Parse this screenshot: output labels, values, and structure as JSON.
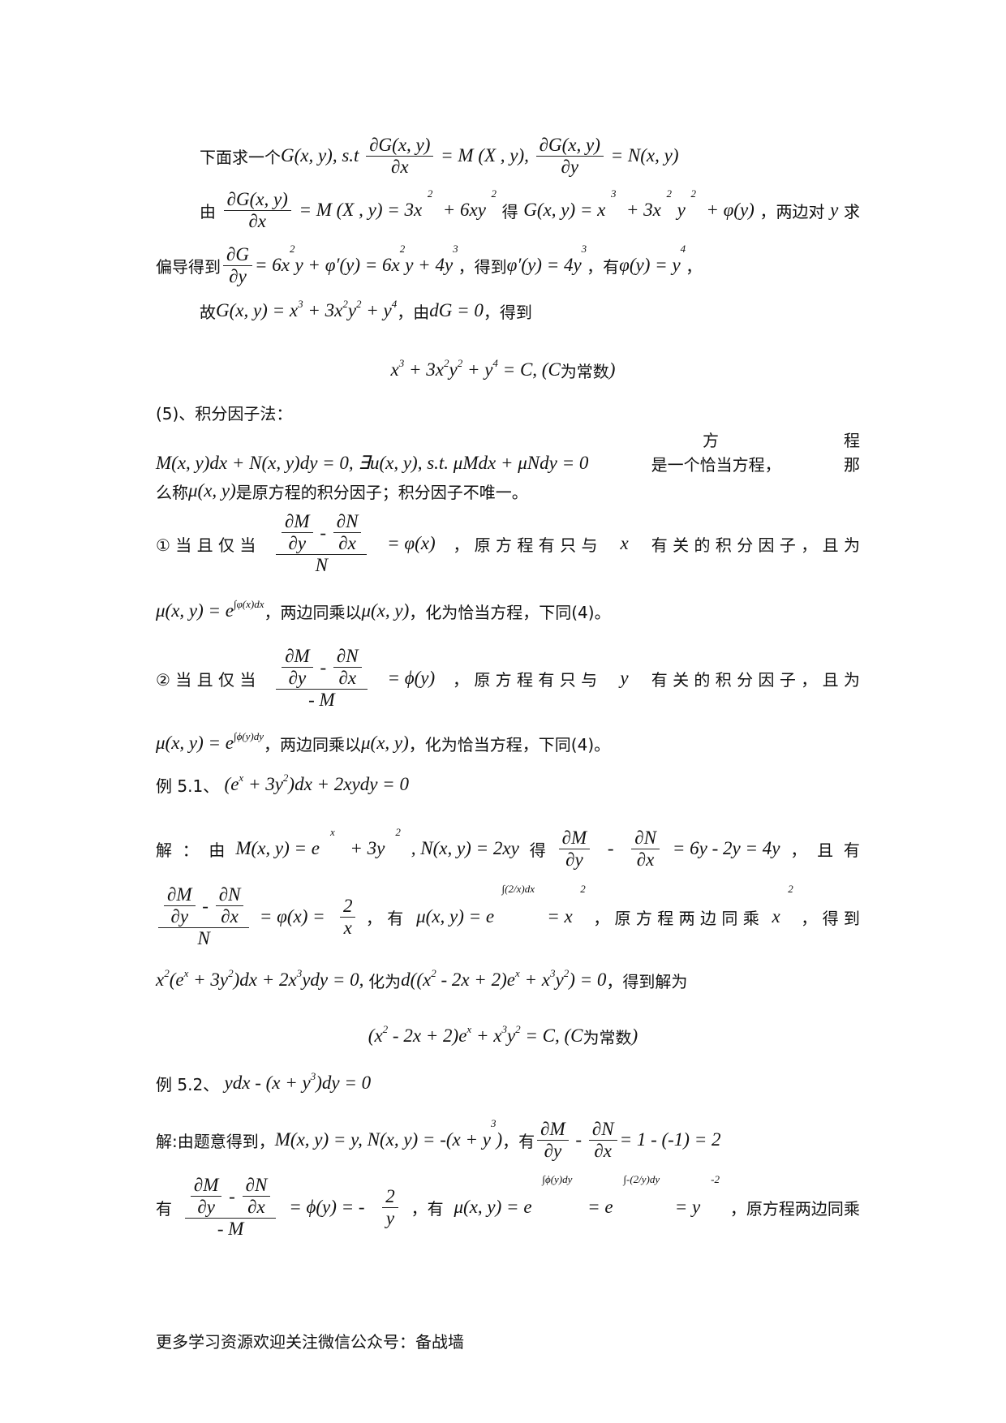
{
  "lines": [
    {
      "segs": [
        {
          "t": "cn",
          "v": "下面求一个"
        },
        {
          "t": "m",
          "v": "G(x, y), s.t "
        },
        {
          "t": "frac",
          "n": [
            {
              "t": "m",
              "v": "∂G(x, y)"
            }
          ],
          "d": [
            {
              "t": "m",
              "v": "∂x"
            }
          ]
        },
        {
          "t": "m",
          "v": " = M (X , y), "
        },
        {
          "t": "frac",
          "n": [
            {
              "t": "m",
              "v": "∂G(x, y)"
            }
          ],
          "d": [
            {
              "t": "m",
              "v": "∂y"
            }
          ]
        },
        {
          "t": "m",
          "v": " = N(x, y)"
        }
      ]
    },
    {
      "segs": [
        {
          "t": "cn",
          "v": "由"
        },
        {
          "t": "frac",
          "n": [
            {
              "t": "m",
              "v": "∂G(x, y)"
            }
          ],
          "d": [
            {
              "t": "m",
              "v": "∂x"
            }
          ]
        },
        {
          "t": "m",
          "v": "= M (X , y) = 3x"
        },
        {
          "t": "sup",
          "v": "2"
        },
        {
          "t": "m",
          "v": " + 6xy"
        },
        {
          "t": "sup",
          "v": "2"
        },
        {
          "t": "cn",
          "v": "得"
        },
        {
          "t": "m",
          "v": "G(x, y) = x"
        },
        {
          "t": "sup",
          "v": "3"
        },
        {
          "t": "m",
          "v": " + 3x"
        },
        {
          "t": "sup",
          "v": "2"
        },
        {
          "t": "m",
          "v": "y"
        },
        {
          "t": "sup",
          "v": "2"
        },
        {
          "t": "m",
          "v": " + φ(y)"
        },
        {
          "t": "cn",
          "v": "，两边对"
        },
        {
          "t": "m",
          "v": "y"
        },
        {
          "t": "cn",
          "v": "求"
        }
      ]
    },
    {
      "segs": [
        {
          "t": "cn",
          "v": "偏导得到"
        },
        {
          "t": "frac",
          "n": [
            {
              "t": "m",
              "v": "∂G"
            }
          ],
          "d": [
            {
              "t": "m",
              "v": "∂y"
            }
          ]
        },
        {
          "t": "m",
          "v": "= 6x"
        },
        {
          "t": "sup",
          "v": "2"
        },
        {
          "t": "m",
          "v": "y + φ′(y) = 6x"
        },
        {
          "t": "sup",
          "v": "2"
        },
        {
          "t": "m",
          "v": "y + 4y"
        },
        {
          "t": "sup",
          "v": "3"
        },
        {
          "t": "cn",
          "v": "，得到"
        },
        {
          "t": "m",
          "v": "φ′(y) = 4y"
        },
        {
          "t": "sup",
          "v": "3"
        },
        {
          "t": "cn",
          "v": "，有"
        },
        {
          "t": "m",
          "v": "φ(y) = y"
        },
        {
          "t": "sup",
          "v": "4"
        },
        {
          "t": "cn",
          "v": "，"
        }
      ]
    },
    {
      "segs": [
        {
          "t": "cn",
          "v": "故"
        },
        {
          "t": "m",
          "v": "G(x, y) = x"
        },
        {
          "t": "sup",
          "v": "3"
        },
        {
          "t": "m",
          "v": " + 3x"
        },
        {
          "t": "sup",
          "v": "2"
        },
        {
          "t": "m",
          "v": "y"
        },
        {
          "t": "sup",
          "v": "2"
        },
        {
          "t": "m",
          "v": " + y"
        },
        {
          "t": "sup",
          "v": "4"
        },
        {
          "t": "cn",
          "v": "，由"
        },
        {
          "t": "m",
          "v": "dG = 0"
        },
        {
          "t": "cn",
          "v": "，得到"
        }
      ]
    },
    {
      "segs": [
        {
          "t": "m",
          "v": "x"
        },
        {
          "t": "sup",
          "v": "3"
        },
        {
          "t": "m",
          "v": " + 3x"
        },
        {
          "t": "sup",
          "v": "2"
        },
        {
          "t": "m",
          "v": "y"
        },
        {
          "t": "sup",
          "v": "2"
        },
        {
          "t": "m",
          "v": " + y"
        },
        {
          "t": "sup",
          "v": "4"
        },
        {
          "t": "m",
          "v": " = C, (C"
        },
        {
          "t": "cn",
          "v": "为常数"
        },
        {
          "t": "m",
          "v": ")"
        }
      ]
    },
    {
      "segs": [
        {
          "t": "cn",
          "v": "(5)、积分因子法："
        }
      ]
    },
    {
      "segs": [
        {
          "t": "cn",
          "v": "方"
        },
        {
          "t": "cn",
          "v": "程"
        }
      ]
    },
    {
      "segs": [
        {
          "t": "m",
          "v": "M(x, y)dx + N(x, y)dy = 0, ∃u(x, y), s.t. μMdx + μNdy = 0"
        },
        {
          "t": "cn",
          "v": "是一个恰当方程，"
        },
        {
          "t": "cn",
          "v": "那"
        }
      ]
    },
    {
      "segs": [
        {
          "t": "cn",
          "v": "么称"
        },
        {
          "t": "m",
          "v": "μ(x, y)"
        },
        {
          "t": "cn",
          "v": "是原方程的积分因子；积分因子不唯一。"
        }
      ]
    },
    {
      "segs": [
        {
          "t": "cn",
          "v": "① 当 且 仅 当"
        },
        {
          "t": "frac",
          "n": [
            {
              "t": "frac",
              "n": [
                {
                  "t": "m",
                  "v": "∂M"
                }
              ],
              "d": [
                {
                  "t": "m",
                  "v": "∂y"
                }
              ]
            },
            {
              "t": "m",
              "v": " - "
            },
            {
              "t": "frac",
              "n": [
                {
                  "t": "m",
                  "v": "∂N"
                }
              ],
              "d": [
                {
                  "t": "m",
                  "v": "∂x"
                }
              ]
            }
          ],
          "d": [
            {
              "t": "m",
              "v": "N"
            }
          ]
        },
        {
          "t": "m",
          "v": "= φ(x)"
        },
        {
          "t": "cn",
          "v": "， 原 方 程 有 只 与 "
        },
        {
          "t": "m",
          "v": "x"
        },
        {
          "t": "cn",
          "v": " 有 关 的 积 分 因 子 ， 且 为"
        }
      ]
    },
    {
      "segs": [
        {
          "t": "m",
          "v": "μ(x, y) = e"
        },
        {
          "t": "sup",
          "v": "∫φ(x)dx"
        },
        {
          "t": "cn",
          "v": "，两边同乘以"
        },
        {
          "t": "m",
          "v": "μ(x, y)"
        },
        {
          "t": "cn",
          "v": "，化为恰当方程，下同(4)。"
        }
      ]
    },
    {
      "segs": [
        {
          "t": "cn",
          "v": "② 当 且 仅 当"
        },
        {
          "t": "frac",
          "n": [
            {
              "t": "frac",
              "n": [
                {
                  "t": "m",
                  "v": "∂M"
                }
              ],
              "d": [
                {
                  "t": "m",
                  "v": "∂y"
                }
              ]
            },
            {
              "t": "m",
              "v": " - "
            },
            {
              "t": "frac",
              "n": [
                {
                  "t": "m",
                  "v": "∂N"
                }
              ],
              "d": [
                {
                  "t": "m",
                  "v": "∂x"
                }
              ]
            }
          ],
          "d": [
            {
              "t": "m",
              "v": "- M"
            }
          ]
        },
        {
          "t": "m",
          "v": "= ϕ(y)"
        },
        {
          "t": "cn",
          "v": "， 原 方 程 有 只 与 "
        },
        {
          "t": "m",
          "v": "y"
        },
        {
          "t": "cn",
          "v": " 有 关 的 积 分 因 子 ， 且 为"
        }
      ]
    },
    {
      "segs": [
        {
          "t": "m",
          "v": "μ(x, y) = e"
        },
        {
          "t": "sup",
          "v": "∫ϕ(y)dy"
        },
        {
          "t": "cn",
          "v": "，两边同乘以"
        },
        {
          "t": "m",
          "v": "μ(x, y)"
        },
        {
          "t": "cn",
          "v": "，化为恰当方程，下同(4)。"
        }
      ]
    },
    {
      "segs": [
        {
          "t": "cn",
          "v": "例 5.1、 "
        },
        {
          "t": "m",
          "v": "(e"
        },
        {
          "t": "sup",
          "v": "x"
        },
        {
          "t": "m",
          "v": " + 3y"
        },
        {
          "t": "sup",
          "v": "2"
        },
        {
          "t": "m",
          "v": ")dx + 2xydy = 0"
        }
      ]
    },
    {
      "segs": [
        {
          "t": "cn",
          "v": "解  ：  由"
        },
        {
          "t": "m",
          "v": "M(x, y) = e"
        },
        {
          "t": "sup",
          "v": "x"
        },
        {
          "t": "m",
          "v": " + 3y"
        },
        {
          "t": "sup",
          "v": "2"
        },
        {
          "t": "m",
          "v": ", N(x, y) = 2xy"
        },
        {
          "t": "cn",
          "v": "得"
        },
        {
          "t": "frac",
          "n": [
            {
              "t": "m",
              "v": "∂M"
            }
          ],
          "d": [
            {
              "t": "m",
              "v": "∂y"
            }
          ]
        },
        {
          "t": "m",
          "v": " - "
        },
        {
          "t": "frac",
          "n": [
            {
              "t": "m",
              "v": "∂N"
            }
          ],
          "d": [
            {
              "t": "m",
              "v": "∂x"
            }
          ]
        },
        {
          "t": "m",
          "v": "= 6y - 2y = 4y"
        },
        {
          "t": "cn",
          "v": "，  且  有"
        }
      ]
    },
    {
      "segs": [
        {
          "t": "frac",
          "n": [
            {
              "t": "frac",
              "n": [
                {
                  "t": "m",
                  "v": "∂M"
                }
              ],
              "d": [
                {
                  "t": "m",
                  "v": "∂y"
                }
              ]
            },
            {
              "t": "m",
              "v": " - "
            },
            {
              "t": "frac",
              "n": [
                {
                  "t": "m",
                  "v": "∂N"
                }
              ],
              "d": [
                {
                  "t": "m",
                  "v": "∂x"
                }
              ]
            }
          ],
          "d": [
            {
              "t": "m",
              "v": "N"
            }
          ]
        },
        {
          "t": "m",
          "v": "= φ(x) = "
        },
        {
          "t": "frac",
          "n": [
            {
              "t": "m",
              "v": "2"
            }
          ],
          "d": [
            {
              "t": "m",
              "v": "x"
            }
          ]
        },
        {
          "t": "cn",
          "v": "， 有 "
        },
        {
          "t": "m",
          "v": "μ(x, y) = e"
        },
        {
          "t": "sup",
          "v": "∫(2/x)dx"
        },
        {
          "t": "m",
          "v": " = x"
        },
        {
          "t": "sup",
          "v": "2"
        },
        {
          "t": "cn",
          "v": "， 原 方 程 两 边 同 乘 "
        },
        {
          "t": "m",
          "v": "x"
        },
        {
          "t": "sup",
          "v": "2"
        },
        {
          "t": "cn",
          "v": "， 得 到"
        }
      ]
    },
    {
      "segs": [
        {
          "t": "m",
          "v": "x"
        },
        {
          "t": "sup",
          "v": "2"
        },
        {
          "t": "m",
          "v": "(e"
        },
        {
          "t": "sup",
          "v": "x"
        },
        {
          "t": "m",
          "v": " + 3y"
        },
        {
          "t": "sup",
          "v": "2"
        },
        {
          "t": "m",
          "v": ")dx + 2x"
        },
        {
          "t": "sup",
          "v": "3"
        },
        {
          "t": "m",
          "v": "ydy = 0, "
        },
        {
          "t": "cn",
          "v": "化为"
        },
        {
          "t": "m",
          "v": "d((x"
        },
        {
          "t": "sup",
          "v": "2"
        },
        {
          "t": "m",
          "v": " - 2x + 2)e"
        },
        {
          "t": "sup",
          "v": "x"
        },
        {
          "t": "m",
          "v": " + x"
        },
        {
          "t": "sup",
          "v": "3"
        },
        {
          "t": "m",
          "v": "y"
        },
        {
          "t": "sup",
          "v": "2"
        },
        {
          "t": "m",
          "v": ") = 0"
        },
        {
          "t": "cn",
          "v": "，得到解为"
        }
      ]
    },
    {
      "segs": [
        {
          "t": "m",
          "v": "(x"
        },
        {
          "t": "sup",
          "v": "2"
        },
        {
          "t": "m",
          "v": " - 2x + 2)e"
        },
        {
          "t": "sup",
          "v": "x"
        },
        {
          "t": "m",
          "v": " + x"
        },
        {
          "t": "sup",
          "v": "3"
        },
        {
          "t": "m",
          "v": "y"
        },
        {
          "t": "sup",
          "v": "2"
        },
        {
          "t": "m",
          "v": " = C, (C"
        },
        {
          "t": "cn",
          "v": "为常数"
        },
        {
          "t": "m",
          "v": ")"
        }
      ]
    },
    {
      "segs": [
        {
          "t": "cn",
          "v": "例 5.2、 "
        },
        {
          "t": "m",
          "v": "ydx - (x + y"
        },
        {
          "t": "sup",
          "v": "3"
        },
        {
          "t": "m",
          "v": ")dy = 0"
        }
      ]
    },
    {
      "segs": [
        {
          "t": "cn",
          "v": "解:由题意得到，"
        },
        {
          "t": "m",
          "v": "M(x, y) = y, N(x, y) = -(x + y"
        },
        {
          "t": "sup",
          "v": "3"
        },
        {
          "t": "m",
          "v": ")"
        },
        {
          "t": "cn",
          "v": "，有"
        },
        {
          "t": "frac",
          "n": [
            {
              "t": "m",
              "v": "∂M"
            }
          ],
          "d": [
            {
              "t": "m",
              "v": "∂y"
            }
          ]
        },
        {
          "t": "m",
          "v": " - "
        },
        {
          "t": "frac",
          "n": [
            {
              "t": "m",
              "v": "∂N"
            }
          ],
          "d": [
            {
              "t": "m",
              "v": "∂x"
            }
          ]
        },
        {
          "t": "m",
          "v": "= 1 - (-1) = 2"
        }
      ]
    },
    {
      "segs": [
        {
          "t": "cn",
          "v": "有"
        },
        {
          "t": "frac",
          "n": [
            {
              "t": "frac",
              "n": [
                {
                  "t": "m",
                  "v": "∂M"
                }
              ],
              "d": [
                {
                  "t": "m",
                  "v": "∂y"
                }
              ]
            },
            {
              "t": "m",
              "v": " - "
            },
            {
              "t": "frac",
              "n": [
                {
                  "t": "m",
                  "v": "∂N"
                }
              ],
              "d": [
                {
                  "t": "m",
                  "v": "∂x"
                }
              ]
            }
          ],
          "d": [
            {
              "t": "m",
              "v": "- M"
            }
          ]
        },
        {
          "t": "m",
          "v": "= ϕ(y) = - "
        },
        {
          "t": "frac",
          "n": [
            {
              "t": "m",
              "v": "2"
            }
          ],
          "d": [
            {
              "t": "m",
              "v": "y"
            }
          ]
        },
        {
          "t": "cn",
          "v": "，有"
        },
        {
          "t": "m",
          "v": "μ(x, y) = e"
        },
        {
          "t": "sup",
          "v": "∫ϕ(y)dy"
        },
        {
          "t": "m",
          "v": " = e"
        },
        {
          "t": "sup",
          "v": "∫-(2/y)dy"
        },
        {
          "t": "m",
          "v": " = y"
        },
        {
          "t": "sup",
          "v": "-2"
        },
        {
          "t": "cn",
          "v": "，原方程两边同乘"
        }
      ]
    },
    {
      "segs": [
        {
          "t": "cn",
          "v": "更多学习资源欢迎关注微信公众号：备战墙"
        }
      ]
    }
  ]
}
